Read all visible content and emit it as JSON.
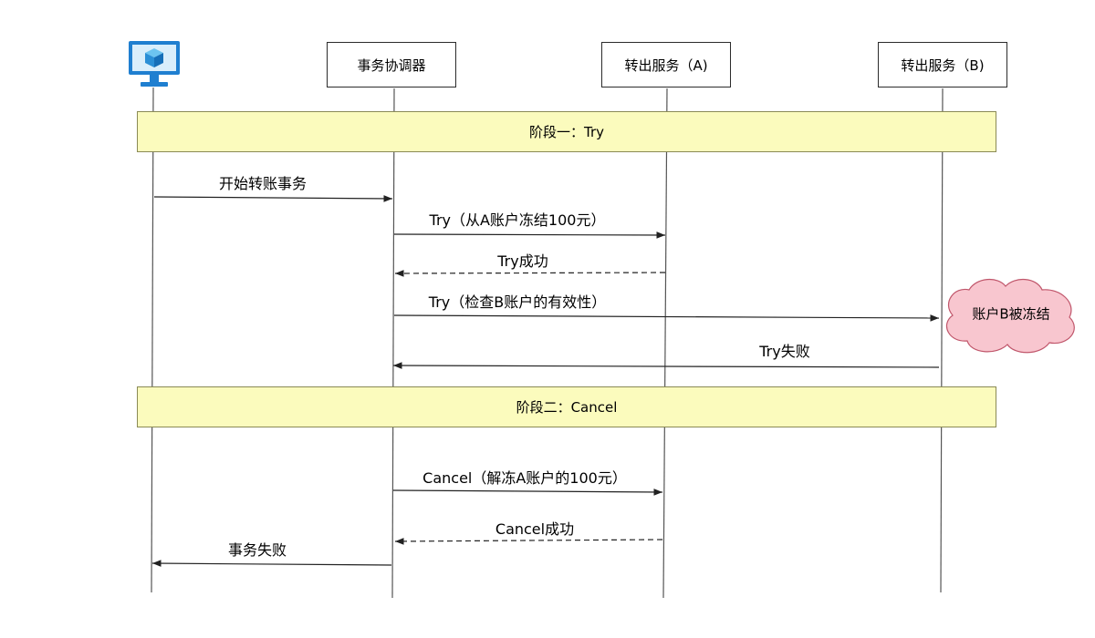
{
  "participants": [
    {
      "id": "client",
      "label": "",
      "icon": "computer-monitor-icon"
    },
    {
      "id": "coordinator",
      "label": "事务协调器"
    },
    {
      "id": "service_a",
      "label": "转出服务（A)"
    },
    {
      "id": "service_b",
      "label": "转出服务（B)"
    }
  ],
  "phases": [
    {
      "label": "阶段一：Try"
    },
    {
      "label": "阶段二：Cancel"
    }
  ],
  "messages": [
    {
      "from": "client",
      "to": "coordinator",
      "label": "开始转账事务",
      "style": "solid"
    },
    {
      "from": "coordinator",
      "to": "service_a",
      "label": "Try（从A账户冻结100元）",
      "style": "solid"
    },
    {
      "from": "service_a",
      "to": "coordinator",
      "label": "Try成功",
      "style": "dashed"
    },
    {
      "from": "coordinator",
      "to": "service_b",
      "label": "Try（检查B账户的有效性）",
      "style": "solid"
    },
    {
      "from": "service_b",
      "to": "coordinator",
      "label": "Try失败",
      "style": "solid"
    },
    {
      "from": "coordinator",
      "to": "service_a",
      "label": "Cancel（解冻A账户的100元）",
      "style": "solid"
    },
    {
      "from": "service_a",
      "to": "coordinator",
      "label": "Cancel成功",
      "style": "dashed"
    },
    {
      "from": "coordinator",
      "to": "client",
      "label": "事务失败",
      "style": "solid"
    }
  ],
  "note": {
    "label": "账户B被冻结",
    "shape": "cloud",
    "fill": "#f8c6cf",
    "stroke": "#c0566b"
  },
  "colors": {
    "phase_fill": "#fbfbbd",
    "line": "#444444",
    "icon_blue": "#2a8fd6"
  }
}
